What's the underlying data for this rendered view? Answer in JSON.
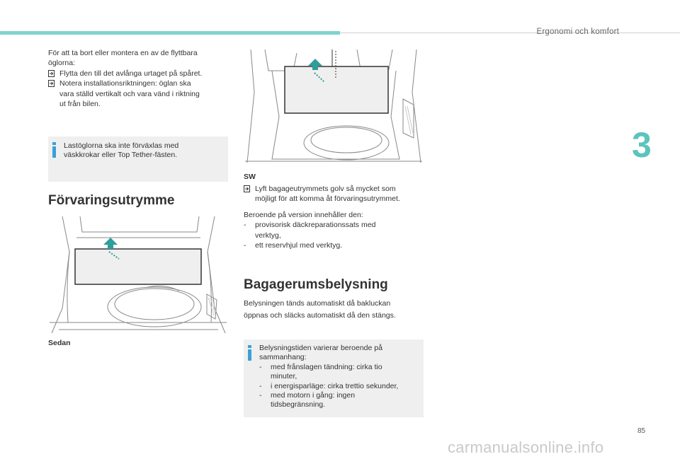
{
  "header": {
    "title": "Ergonomi och komfort",
    "chapter_number": "3"
  },
  "page_number": "85",
  "intro": {
    "lines": [
      "För att ta bort eller montera en av de flyttbara",
      "öglorna:"
    ],
    "bullets": [
      {
        "marker": "",
        "lines": [
          "Flytta den till det avlånga urtaget på spåret."
        ]
      },
      {
        "marker": "",
        "lines": [
          "Notera installationsriktningen: öglan ska",
          "vara ställd vertikalt och vara vänd i riktning",
          "ut från bilen."
        ]
      }
    ]
  },
  "info_lastoglor": {
    "lines": [
      "Lastöglorna ska inte förväxlas med",
      "väskkrokar eller Top Tether-fästen."
    ]
  },
  "storage": {
    "heading": "Förvaringsutrymme",
    "sedan_caption": "Sedan",
    "sw_caption": "SW",
    "sw_bullet": {
      "marker": "",
      "lines": [
        "Lyft bagageutrymmets golv så mycket som",
        "möjligt för att komma åt förvaringsutrymmet."
      ]
    },
    "version_lines": [
      "Beroende på version innehåller den:"
    ],
    "version_items": [
      {
        "marker": "-",
        "lines": [
          "provisorisk däckreparationssats med",
          "verktyg,"
        ]
      },
      {
        "marker": "-",
        "lines": [
          "ett reservhjul med verktyg."
        ]
      }
    ]
  },
  "lighting": {
    "heading": "Bagagerumsbelysning",
    "lines": [
      "Belysningen tänds automatiskt då bakluckan",
      "öppnas och släcks automatiskt då den stängs."
    ],
    "info": {
      "lines": [
        "Belysningstiden varierar beroende på",
        "sammanhang:"
      ],
      "items": [
        {
          "marker": "-",
          "lines": [
            "med frånslagen tändning: cirka tio",
            "minuter,"
          ]
        },
        {
          "marker": "-",
          "lines": [
            "i energisparläge: cirka trettio sekunder,"
          ]
        },
        {
          "marker": "-",
          "lines": [
            "med motorn i gång: ingen",
            "tidsbegränsning."
          ]
        }
      ]
    }
  },
  "colors": {
    "accent": "#7dd3cf",
    "chapter": "#5bc4bd",
    "info_icon": "#3aa0d8",
    "arrow": "#2f9d9a",
    "info_bg": "#efefef"
  },
  "watermark": "carmanualsonline.info"
}
